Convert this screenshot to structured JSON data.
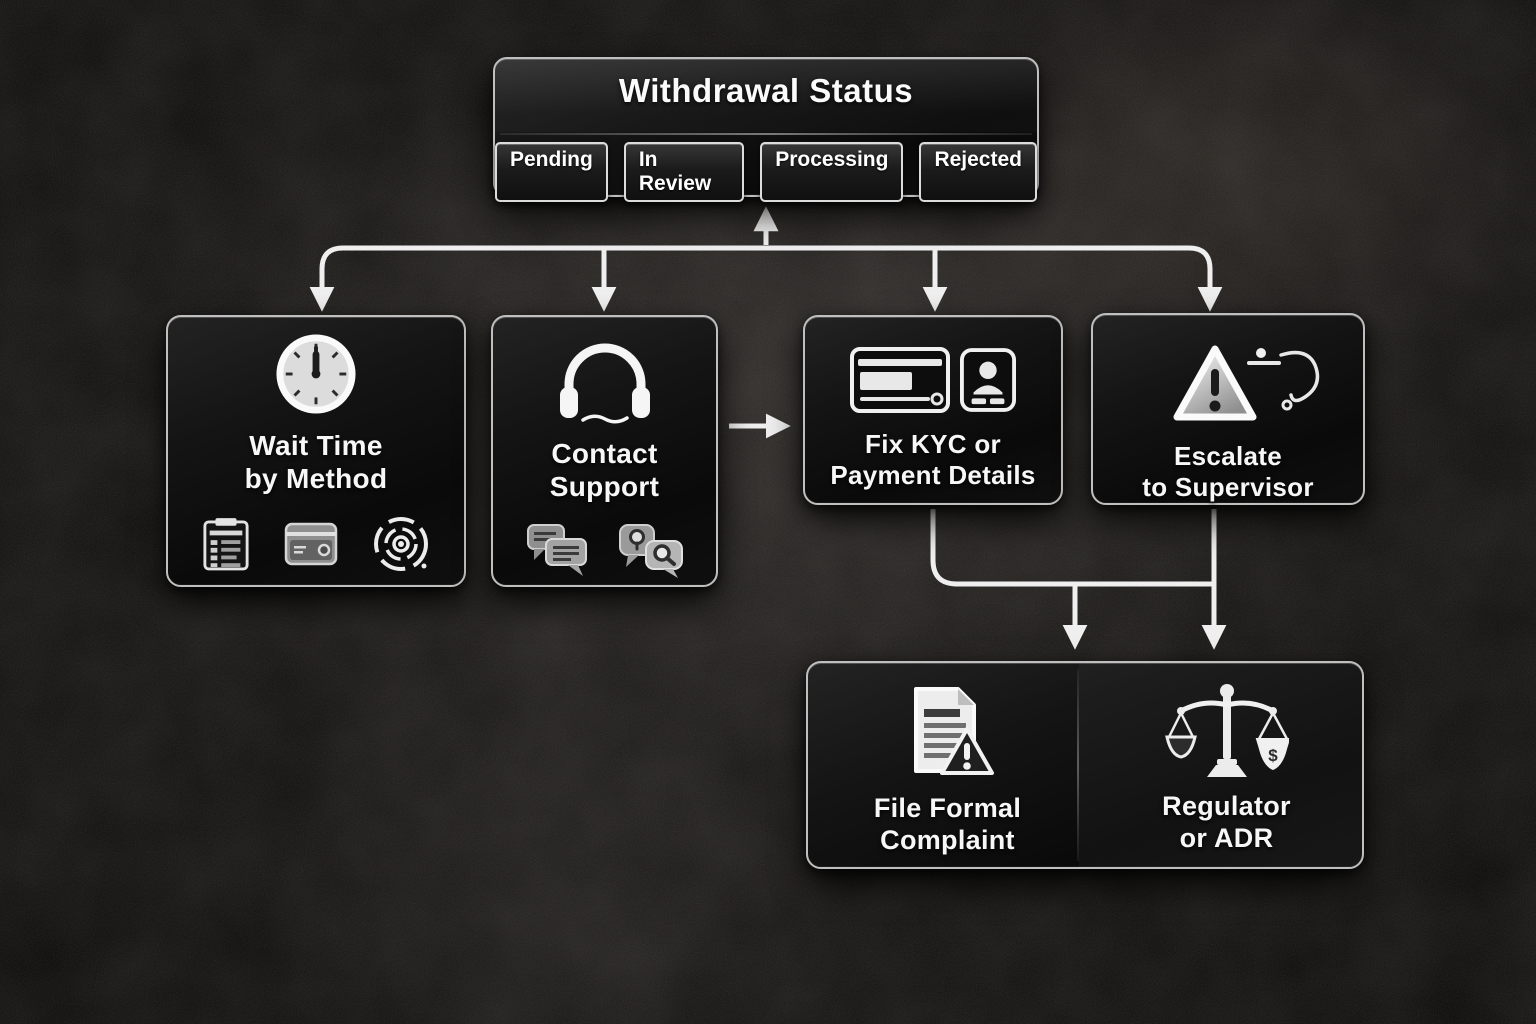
{
  "palette": {
    "background": "#070707",
    "panel_border": "#bfbfbf",
    "panel_bg": "#121212",
    "text": "#f7f7f7",
    "arrow": "#efefef"
  },
  "header": {
    "title": "Withdrawal Status",
    "statuses": [
      "Pending",
      "In Review",
      "Processing",
      "Rejected"
    ]
  },
  "nodes": {
    "wait_time": {
      "label": "Wait Time\nby Method",
      "icon": "clock-icon",
      "sub_icons": [
        "form-list-icon",
        "wallet-card-icon",
        "target-tracker-icon"
      ]
    },
    "contact_support": {
      "label": "Contact\nSupport",
      "icon": "headset-icon",
      "sub_icons": [
        "chat-messages-icon",
        "chat-search-icon"
      ]
    },
    "fix_kyc": {
      "label": "Fix KYC or\nPayment Details",
      "icons": [
        "bank-card-icon",
        "id-card-icon"
      ]
    },
    "escalate": {
      "label": "Escalate\nto Supervisor",
      "icon": "warning-triangle-icon"
    },
    "file_complaint": {
      "label": "File Formal\nComplaint",
      "icon": "complaint-document-icon"
    },
    "regulator": {
      "label": "Regulator\nor ADR",
      "icon": "justice-scales-icon",
      "dollar_glyph": "$"
    }
  },
  "edges": [
    {
      "from": "branch-rail",
      "to": "withdrawal-status",
      "direction": "up"
    },
    {
      "from": "withdrawal-status",
      "to": "wait-time",
      "direction": "down"
    },
    {
      "from": "withdrawal-status",
      "to": "contact-support",
      "direction": "down"
    },
    {
      "from": "withdrawal-status",
      "to": "fix-kyc",
      "direction": "down"
    },
    {
      "from": "withdrawal-status",
      "to": "escalate",
      "direction": "down"
    },
    {
      "from": "contact-support",
      "to": "fix-kyc",
      "direction": "right"
    },
    {
      "from": "fix-kyc",
      "to": "file-complaint",
      "direction": "down"
    },
    {
      "from": "escalate",
      "to": "regulator-adr",
      "direction": "down"
    }
  ]
}
